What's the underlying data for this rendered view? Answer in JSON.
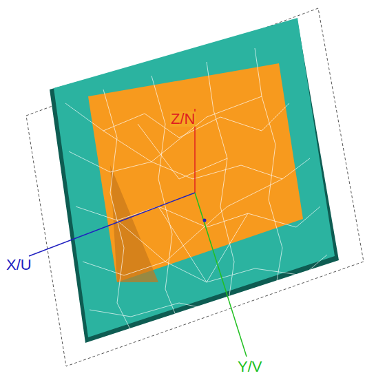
{
  "diagram": {
    "labels": [
      "Z/N",
      "X/U",
      "Y/V"
    ]
  }
}
